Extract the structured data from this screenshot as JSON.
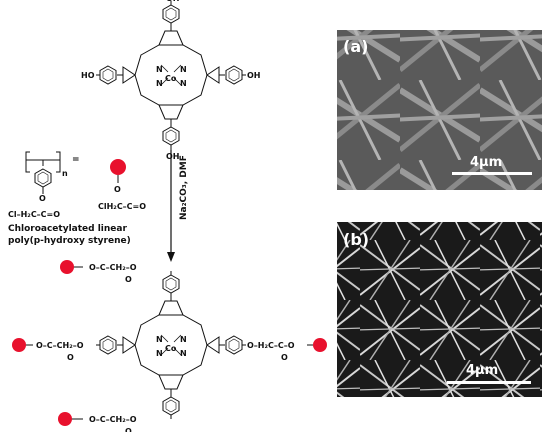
{
  "scheme": {
    "reagent_label": "Na₂CO₃, DMF",
    "polymer_caption_1": "Chloroacetylated linear",
    "polymer_caption_2": "poly(p-hydroxy styrene)",
    "equals_sign": "=",
    "repeat_subscript": "n",
    "pendant_group": "Cl–H₂C–C=O",
    "pendant_oxygen": "O",
    "legend_oxygen": "O",
    "legend_group": "ClH₂C–C=O",
    "metal_center": "Co",
    "nitrogen": "N",
    "hydroxyl": "HO",
    "hydroxyl_right": "OH",
    "linker_left": "O–C–CH₂–O",
    "linker_right": "O–H₂C–C–O",
    "carbonyl_o": "O"
  },
  "panels": [
    {
      "label": "(a)",
      "scale_bar": "4μm"
    },
    {
      "label": "(b)",
      "scale_bar": "4μm"
    }
  ],
  "colors": {
    "bead": "#e8112d",
    "sem_a_background": "#5a5a5a",
    "sem_b_background": "#1a1a1a"
  }
}
